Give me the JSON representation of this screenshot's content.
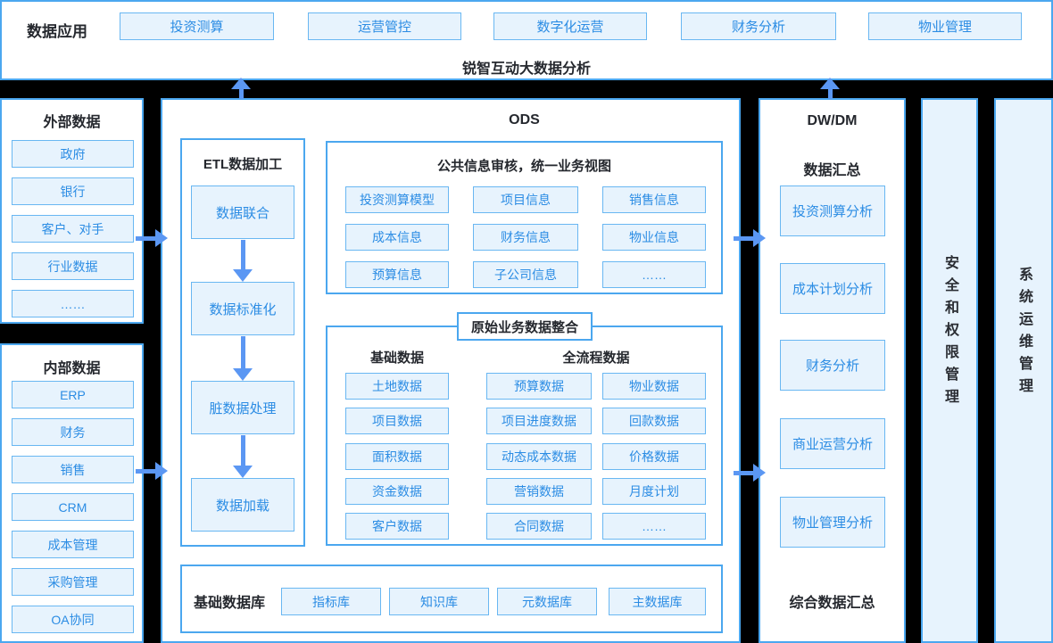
{
  "colors": {
    "background": "#000000",
    "panel_fill": "#ffffff",
    "panel_border": "#4ba7ef",
    "chip_fill": "#e7f3fd",
    "chip_border": "#69b7f2",
    "chip_text": "#2b8ce4",
    "dark_text": "#25282e",
    "arrow": "#5b97f3"
  },
  "top": {
    "label": "数据应用",
    "apps": [
      "投资测算",
      "运营管控",
      "数字化运营",
      "财务分析",
      "物业管理"
    ],
    "title": "锐智互动大数据分析"
  },
  "external": {
    "title": "外部数据",
    "items": [
      "政府",
      "银行",
      "客户、对手",
      "行业数据",
      "……"
    ]
  },
  "internal": {
    "title": "内部数据",
    "items": [
      "ERP",
      "财务",
      "销售",
      "CRM",
      "成本管理",
      "采购管理",
      "OA协同"
    ]
  },
  "ods": {
    "title": "ODS",
    "etl": {
      "title": "ETL数据加工",
      "steps": [
        "数据联合",
        "数据标准化",
        "脏数据处理",
        "数据加载"
      ]
    },
    "common": {
      "title": "公共信息审核，统一业务视图",
      "items": [
        "投资测算模型",
        "项目信息",
        "销售信息",
        "成本信息",
        "财务信息",
        "物业信息",
        "预算信息",
        "子公司信息",
        "……"
      ]
    },
    "raw": {
      "title": "原始业务数据整合",
      "base_header": "基础数据",
      "flow_header": "全流程数据",
      "base_items": [
        "土地数据",
        "项目数据",
        "面积数据",
        "资金数据",
        "客户数据"
      ],
      "flow_col1": [
        "预算数据",
        "项目进度数据",
        "动态成本数据",
        "营销数据",
        "合同数据"
      ],
      "flow_col2": [
        "物业数据",
        "回款数据",
        "价格数据",
        "月度计划",
        "……"
      ]
    },
    "basedb": {
      "title": "基础数据库",
      "items": [
        "指标库",
        "知识库",
        "元数据库",
        "主数据库"
      ]
    }
  },
  "dwdm": {
    "title": "DW/DM",
    "subtitle": "数据汇总",
    "items": [
      "投资测算分析",
      "成本计划分析",
      "财务分析",
      "商业运营分析",
      "物业管理分析"
    ],
    "footer": "综合数据汇总"
  },
  "governance": {
    "security": "安全和权限管理",
    "ops": "系统运维管理"
  }
}
